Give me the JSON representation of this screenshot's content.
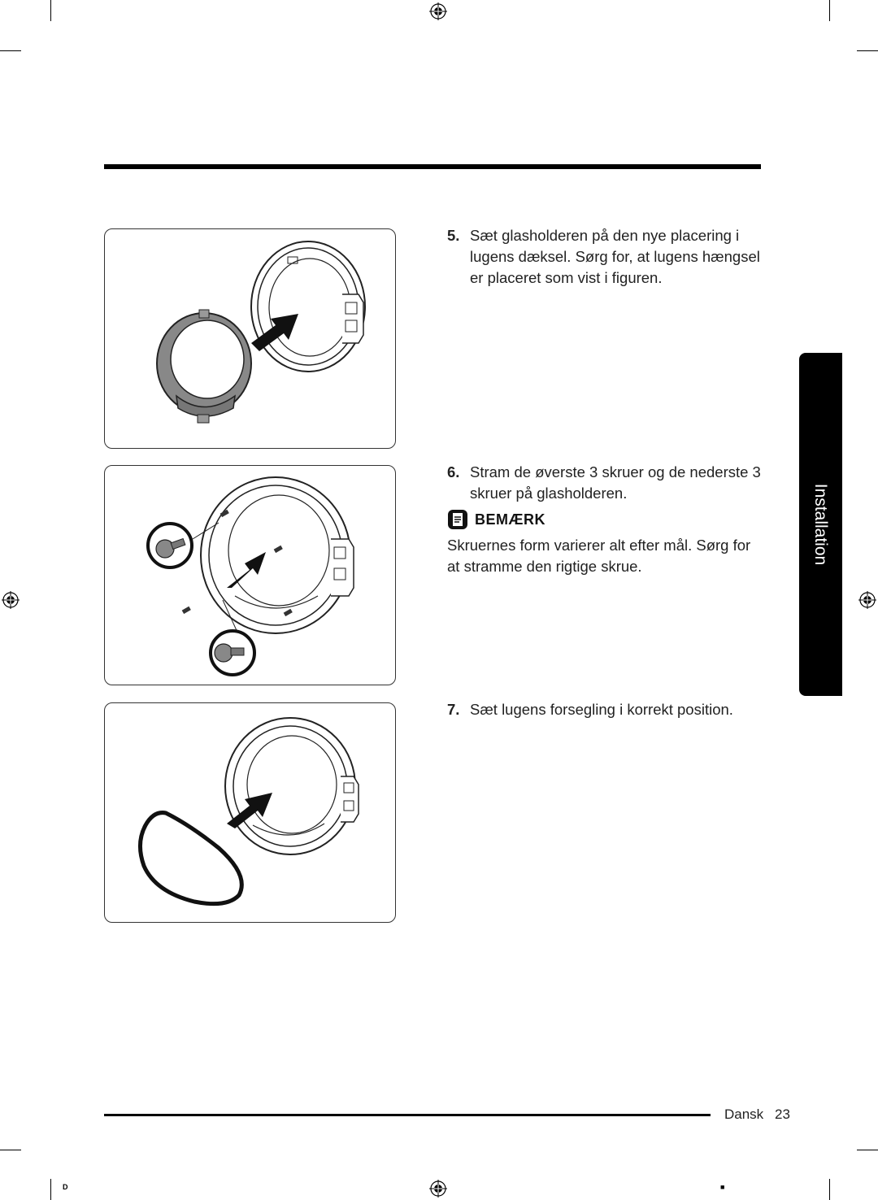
{
  "steps": [
    {
      "number": "5.",
      "text": "Sæt glasholderen på den nye placering i lugens dæksel. Sørg for, at lugens hængsel er placeret som vist i figuren."
    },
    {
      "number": "6.",
      "text": "Stram de øverste 3 skruer og de nederste 3 skruer på glasholderen."
    },
    {
      "number": "7.",
      "text": "Sæt lugens forsegling i korrekt position."
    }
  ],
  "note": {
    "icon": "note-icon",
    "title": "BEMÆRK",
    "text": "Skruernes form varierer alt efter mål. Sørg for at stramme den rigtige skrue."
  },
  "side_tab": {
    "label": "Installation"
  },
  "footer": {
    "language": "Dansk",
    "page_number": "23"
  },
  "print_marks": {
    "left": "D",
    "right": "■"
  },
  "colors": {
    "text": "#222222",
    "rule": "#000000",
    "tab_bg": "#000000",
    "tab_text": "#ffffff"
  }
}
